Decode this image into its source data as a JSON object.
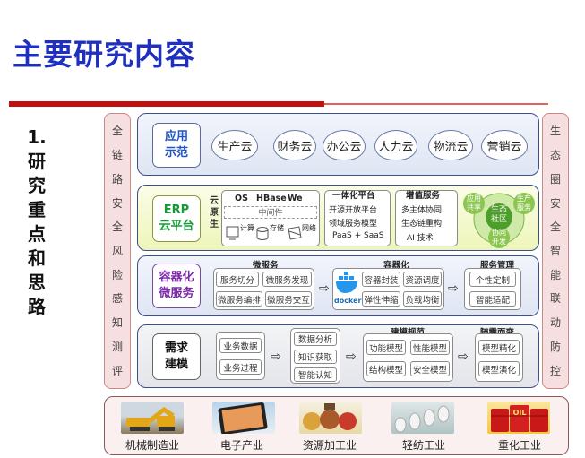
{
  "title": "主要研究内容",
  "side_title": [
    "1.",
    "研",
    "究",
    "重",
    "点",
    "和",
    "思",
    "路"
  ],
  "left_panel": [
    "全",
    "链",
    "路",
    "安",
    "全",
    "风",
    "险",
    "感",
    "知",
    "测",
    "评"
  ],
  "right_panel": [
    "生",
    "态",
    "圈",
    "安",
    "全",
    "智",
    "能",
    "联",
    "动",
    "防",
    "控"
  ],
  "app_layer": {
    "label": [
      "应用",
      "示范"
    ],
    "clouds": [
      "生产云",
      "财务云",
      "办公云",
      "人力云",
      "物流云",
      "营销云"
    ]
  },
  "erp_layer": {
    "label": [
      "ERP",
      "云平台"
    ],
    "native_label": [
      "云",
      "原",
      "生"
    ],
    "stack_top": [
      "OS",
      "HBase",
      "We"
    ],
    "middleware": "中间件",
    "resources": [
      "计算",
      "存储",
      "网络"
    ],
    "integrated": {
      "title": "一体化平台",
      "items": [
        "开源开放平台",
        "领域服务模型",
        "PaaS + SaaS"
      ]
    },
    "value_added": {
      "title": "增值服务",
      "items": [
        "多主体协同",
        "生态链重构",
        "AI 技术"
      ]
    },
    "ecosystem": {
      "center": [
        "生态",
        "社区"
      ],
      "nodes": [
        "应用共享",
        "生产服务",
        "协同开发"
      ]
    }
  },
  "micro_layer": {
    "label": [
      "容器化",
      "微服务"
    ],
    "microservice": {
      "title": "微服务",
      "items": [
        "服务切分",
        "微服务发现",
        "微服务编排",
        "微服务交互"
      ]
    },
    "container": {
      "title": "容器化",
      "logo": "docker",
      "items": [
        "容器封装",
        "资源调度",
        "弹性伸缩",
        "负载均衡"
      ]
    },
    "service_mgmt": {
      "title": "服务管理",
      "items": [
        "个性定制",
        "智能适配"
      ]
    }
  },
  "model_layer": {
    "label": [
      "需求",
      "建模"
    ],
    "req": [
      "业务数据",
      "业务过程"
    ],
    "analysis": [
      "数据分析",
      "知识获取",
      "智能认知"
    ],
    "paradigm": {
      "title": "建模规范",
      "items": [
        "功能模型",
        "性能模型",
        "结构模型",
        "安全模型"
      ]
    },
    "change": {
      "title": "随需而变",
      "items": [
        "模型精化",
        "模型演化"
      ]
    }
  },
  "industries": [
    "机械制造业",
    "电子产业",
    "资源加工业",
    "轻纺工业",
    "重化工业"
  ],
  "oil_text": "OIL",
  "colors": {
    "title": "#1f2fbf",
    "rule": "#c01010",
    "app_label": "#1f55c8",
    "erp_label": "#159a36",
    "micro_label": "#7a2aa8",
    "model_label": "#111111"
  }
}
